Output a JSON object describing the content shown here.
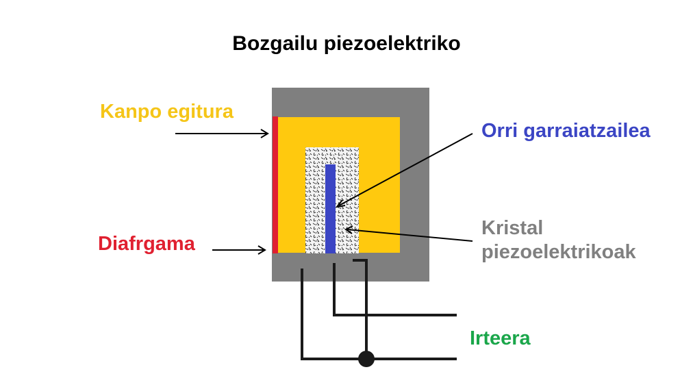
{
  "title": "Bozgailu piezoelektriko",
  "labels": {
    "kanpo": "Kanpo egitura",
    "orri": "Orri garraiatzailea",
    "kristal_line1": "Kristal",
    "kristal_line2": "piezoelektrikoak",
    "diafragma": "Diafrgama",
    "irteera": "Irteera"
  },
  "colors": {
    "title": "#000000",
    "kanpo": "#f5c518",
    "orri": "#3b45c4",
    "kristal": "#808080",
    "diafragma": "#e02030",
    "irteera": "#1aa64a",
    "housing": "#7f7f7f",
    "fill": "#ffc90e",
    "wire": "#1a1a1a"
  }
}
